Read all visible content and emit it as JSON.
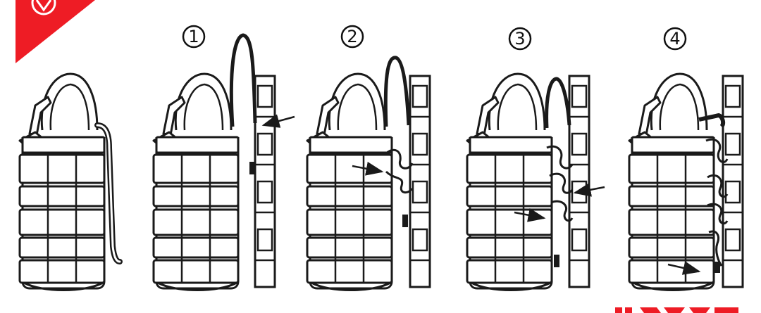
{
  "colors": {
    "brand": "#ee1c25",
    "ink": "#1a1a1a",
    "paper": "#ffffff"
  },
  "icons": {
    "corner_logo": "brand-corner-badge-icon",
    "bottom_logo": "brand-wordmark-icon",
    "arrow": "arrow-icon"
  },
  "steps": [
    {
      "label": "1"
    },
    {
      "label": "2"
    },
    {
      "label": "3"
    },
    {
      "label": "4"
    }
  ]
}
